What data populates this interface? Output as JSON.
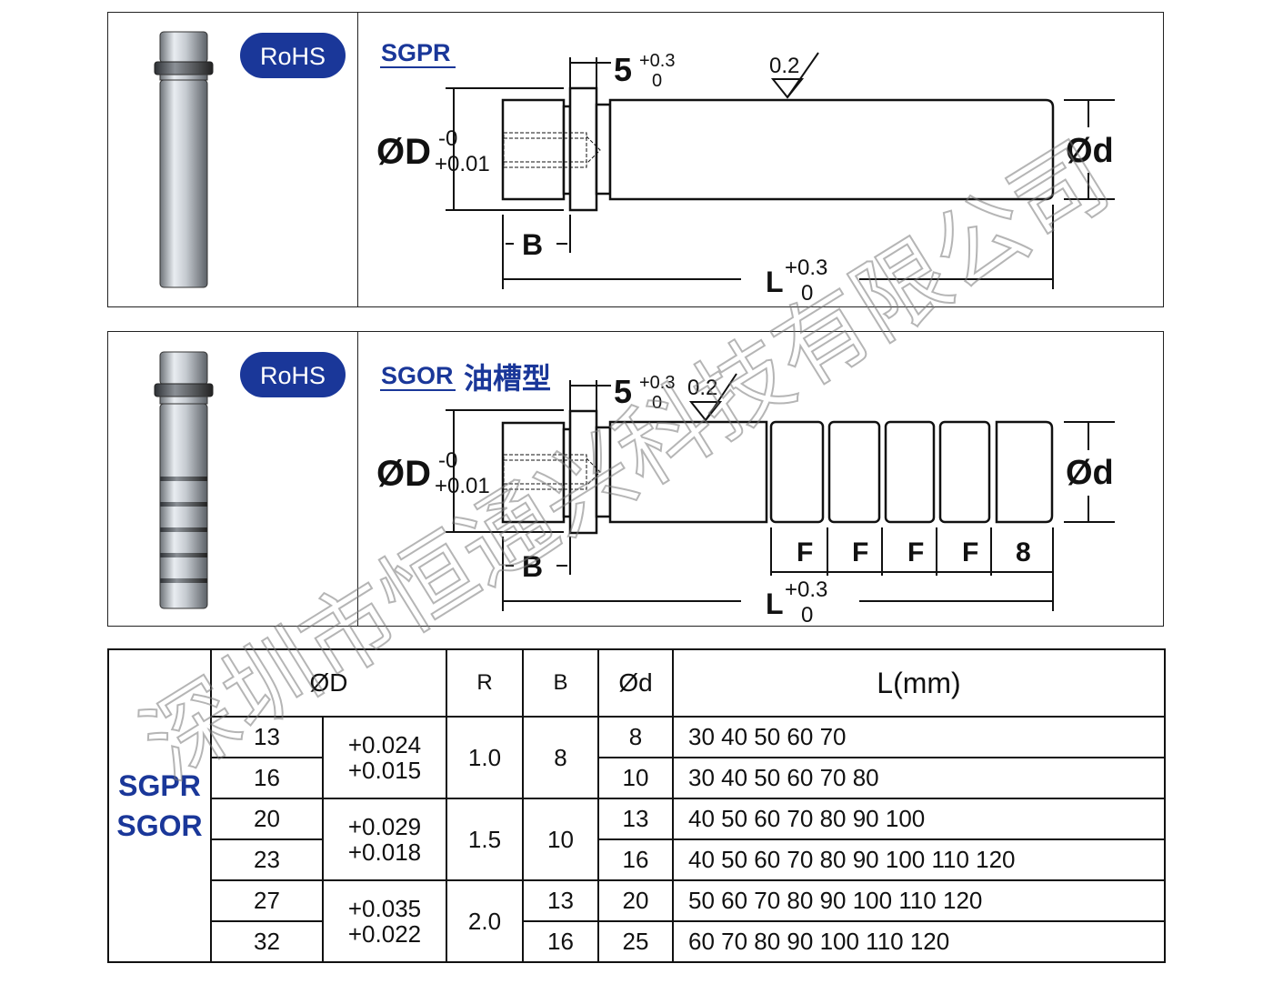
{
  "watermark": "深圳市恒通兴科技有限公司",
  "colors": {
    "brand_blue": "#1a3799",
    "line": "#111111"
  },
  "panels": [
    {
      "badge": "RoHS",
      "title": "SGPR",
      "title_suffix": "",
      "flange_dim": "5",
      "flange_tol_upper": "+0.3",
      "flange_tol_lower": "0",
      "roughness": "0.2",
      "head_dia": "ØD",
      "head_tol_upper": "-0",
      "head_tol_lower": "+0.01",
      "b_label": "B",
      "l_label": "L",
      "l_tol_upper": "+0.3",
      "l_tol_lower": "0",
      "d_label": "Ød"
    },
    {
      "badge": "RoHS",
      "title": "SGOR",
      "title_suffix": "油槽型",
      "flange_dim": "5",
      "flange_tol_upper": "+0.3",
      "flange_tol_lower": "0",
      "roughness": "0.2",
      "head_dia": "ØD",
      "head_tol_upper": "-0",
      "head_tol_lower": "+0.01",
      "b_label": "B",
      "l_label": "L",
      "l_tol_upper": "+0.3",
      "l_tol_lower": "0",
      "d_label": "Ød",
      "groove_labels": [
        "F",
        "F",
        "F",
        "F",
        "8"
      ]
    }
  ],
  "table": {
    "models": [
      "SGPR",
      "SGOR"
    ],
    "headers": {
      "D": "ØD",
      "R": "R",
      "B": "B",
      "d": "Ød",
      "L": "L(mm)"
    },
    "groups": [
      {
        "D": [
          "13",
          "16"
        ],
        "tol_upper": "+0.024",
        "tol_lower": "+0.015",
        "R": "1.0",
        "B": [
          "8"
        ],
        "d": [
          "8",
          "10"
        ],
        "L": [
          "30  40 50 60 70",
          "30  40 50 60 70 80"
        ]
      },
      {
        "D": [
          "20",
          "23"
        ],
        "tol_upper": "+0.029",
        "tol_lower": "+0.018",
        "R": "1.5",
        "B": [
          "10"
        ],
        "d": [
          "13",
          "16"
        ],
        "L": [
          "40 50 60 70 80 90 100",
          "40 50 60 70 80 90 100 110 120"
        ]
      },
      {
        "D": [
          "27",
          "32"
        ],
        "tol_upper": "+0.035",
        "tol_lower": "+0.022",
        "R": "2.0",
        "B": [
          "13",
          "16"
        ],
        "d": [
          "20",
          "25"
        ],
        "L": [
          " 50 60 70 80 90 100 110 120",
          " 60 70 80 90 100 110 120"
        ]
      }
    ]
  }
}
